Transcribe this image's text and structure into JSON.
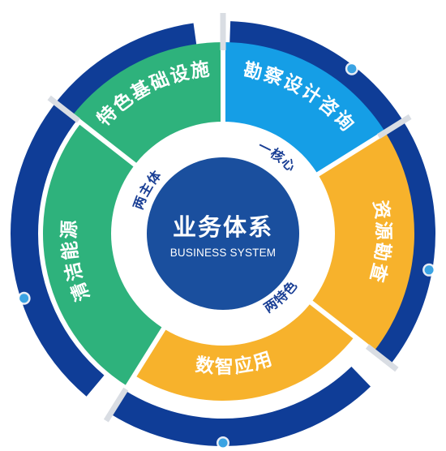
{
  "colors": {
    "outer_ring": "#0f3d97",
    "outer_ring_light": "#1b55b6",
    "green": "#2eb27c",
    "green_dark": "#1f9967",
    "blue": "#159ee6",
    "blue_light": "#2db3f2",
    "orange": "#f7b22c",
    "orange_dark": "#eea317",
    "center": "#1a4f9e",
    "ring_text": "#1a3f95",
    "divider": "#d9dde3",
    "dot": "#3aa3e3"
  },
  "diagram": {
    "center": {
      "title": "业务体系",
      "subtitle": "BUSINESS SYSTEM"
    },
    "inner_ring": [
      {
        "label": "一核心"
      },
      {
        "label": "两主体"
      },
      {
        "label": "两特色"
      }
    ],
    "segments": [
      {
        "label": "特色基础设施",
        "color": "green"
      },
      {
        "label": "勘察设计咨询",
        "color": "blue"
      },
      {
        "label": "资源勘查",
        "color": "orange"
      },
      {
        "label": "数智应用",
        "color": "orange"
      },
      {
        "label": "清洁能源",
        "color": "green"
      }
    ]
  }
}
